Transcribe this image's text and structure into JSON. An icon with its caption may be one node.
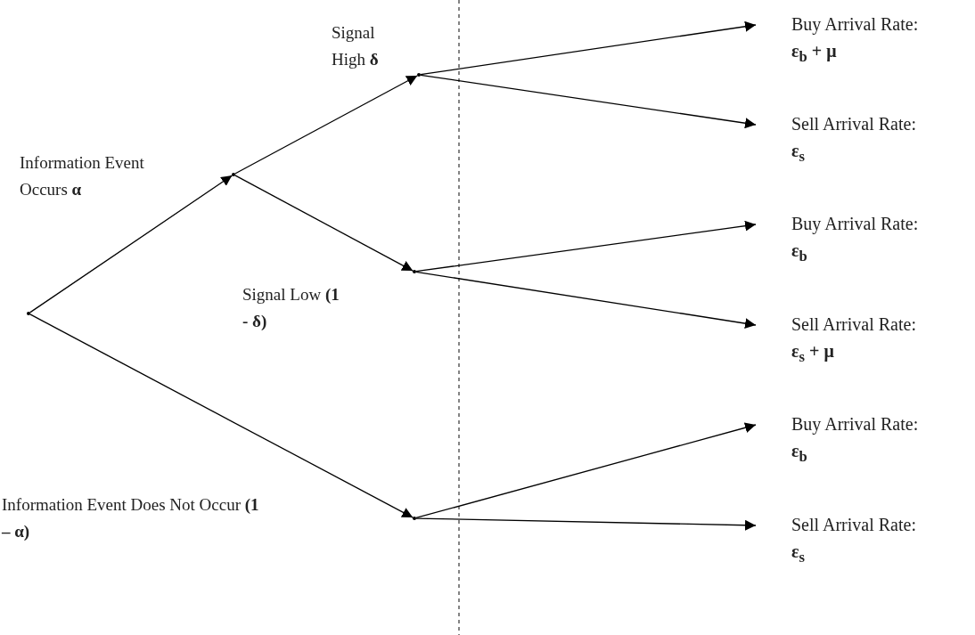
{
  "diagram": {
    "nodes": [
      {
        "text": [],
        "shape": "point"
      },
      {
        "text": [],
        "shape": "point"
      },
      {
        "text": [],
        "shape": "point"
      },
      {
        "text": [],
        "shape": "point"
      },
      {
        "text": [],
        "shape": "point"
      },
      {
        "text": [
          "Buy Arrival Rate:",
          "ε$_{b}$ + μ"
        ]
      },
      {
        "text": [
          "Sell Arrival Rate:",
          "ε$_{s}$"
        ]
      },
      {
        "text": [
          "Buy Arrival Rate:",
          "ε$_{b}$"
        ]
      },
      {
        "text": [
          "Sell Arrival Rate:",
          "ε$_{s}$ + μ"
        ]
      },
      {
        "text": [
          "Buy Arrival Rate:",
          "ε$_{b}$"
        ]
      },
      {
        "text": [
          "Sell Arrival Rate:",
          "ε$_{s}$"
        ]
      }
    ],
    "edges": [
      {
        "from": 0,
        "to": 1,
        "arrow": "to",
        "label": "Information Event Occurs **α**"
      },
      {
        "from": 0,
        "to": 4,
        "arrow": "to",
        "label": "Information Event Does Not Occur **(1 – α)**"
      },
      {
        "from": 1,
        "to": 2,
        "arrow": "to",
        "label": "Signal High **δ**"
      },
      {
        "from": 1,
        "to": 3,
        "arrow": "to",
        "label": "Signal Low **(1 - δ)**"
      },
      {
        "from": 2,
        "to": 5,
        "arrow": "to"
      },
      {
        "from": 2,
        "to": 6,
        "arrow": "to"
      },
      {
        "from": 3,
        "to": 7,
        "arrow": "to"
      },
      {
        "from": 3,
        "to": 8,
        "arrow": "to"
      },
      {
        "from": 4,
        "to": 9,
        "arrow": "to"
      },
      {
        "from": 4,
        "to": 10,
        "arrow": "to"
      }
    ]
  }
}
